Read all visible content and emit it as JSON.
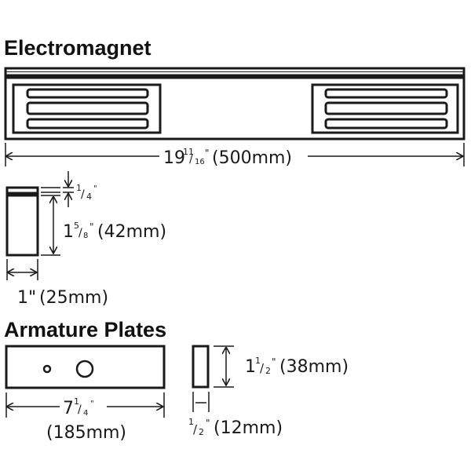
{
  "electromagnet": {
    "title": "Electromagnet",
    "length": {
      "whole": "19",
      "num": "11",
      "den": "16",
      "inch": "\"",
      "metric": "(500mm)"
    },
    "plate_thickness": {
      "num": "1",
      "den": "4",
      "inch": "\""
    },
    "body_height": {
      "whole": "1",
      "num": "5",
      "den": "8",
      "inch": "\"",
      "metric": "(42mm)"
    },
    "width": {
      "label": "1\"",
      "metric": "(25mm)"
    }
  },
  "armature_plates": {
    "title": "Armature Plates",
    "length": {
      "whole": "7",
      "num": "1",
      "den": "4",
      "inch": "\"",
      "metric": "(185mm)"
    },
    "height": {
      "whole": "1",
      "num": "1",
      "den": "2",
      "inch": "\"",
      "metric": "(38mm)"
    },
    "thickness": {
      "num": "1",
      "den": "2",
      "inch": "\"",
      "metric": "(12mm)"
    }
  },
  "colors": {
    "line": "#1a1a1a",
    "background": "#ffffff"
  }
}
